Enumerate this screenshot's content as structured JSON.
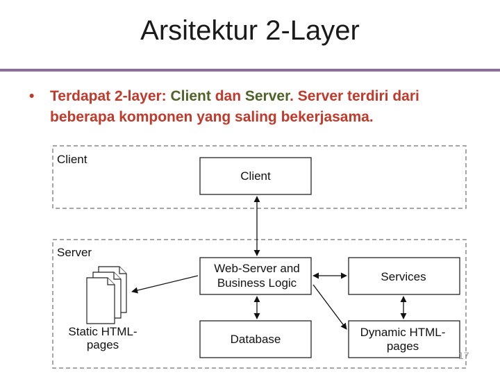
{
  "slide": {
    "title": "Arsitektur 2-Layer",
    "bullet": {
      "part1": "Terdapat 2-layer: ",
      "client": "Client",
      "part2": " dan ",
      "server": "Server",
      "part3": ". Server terdiri dari beberapa komponen yang saling bekerjasama."
    },
    "page_number": "17"
  },
  "diagram": {
    "client_region_label": "Client",
    "server_region_label": "Server",
    "boxes": {
      "client": "Client",
      "webserver_line1": "Web-Server and",
      "webserver_line2": "Business Logic",
      "services": "Services",
      "database": "Database",
      "dynamic_line1": "Dynamic HTML-",
      "dynamic_line2": "pages"
    },
    "static_pages_line1": "Static HTML-",
    "static_pages_line2": "pages"
  }
}
